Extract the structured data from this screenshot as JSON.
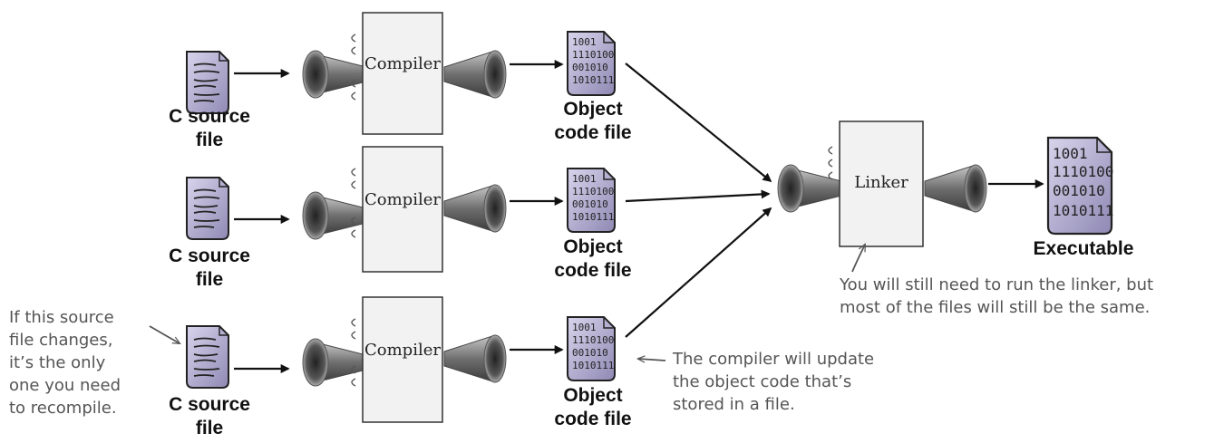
{
  "source_label": [
    "C source",
    "file"
  ],
  "object_label": [
    "Object",
    "code file"
  ],
  "compiler_label": "Compiler",
  "linker_label": "Linker",
  "executable_label": "Executable",
  "object_binary": [
    "1001",
    "1110100",
    "001010",
    "1010111"
  ],
  "executable_binary": [
    "1001",
    "1110100",
    "001010",
    "1010111"
  ],
  "notes": {
    "left": [
      "If this source",
      "file changes,",
      "it’s the only",
      "one you need",
      "to recompile."
    ],
    "middle": [
      "The compiler will update",
      "the object code that’s",
      "stored in a file."
    ],
    "right": [
      "You will still need to run the linker, but",
      "most of the files will still be the same."
    ]
  }
}
